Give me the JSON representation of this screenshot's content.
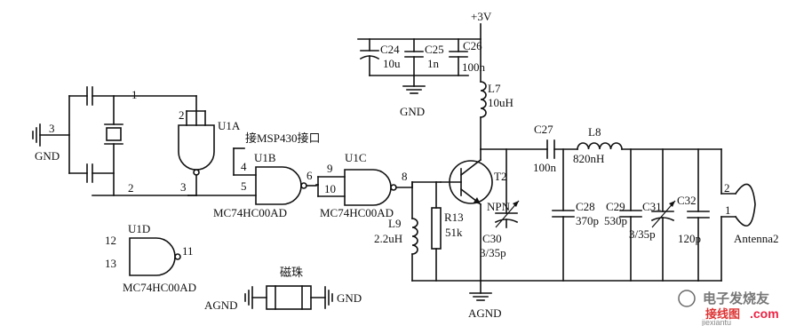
{
  "supply_label": "+3V",
  "capacitors_bank": {
    "c24": {
      "ref": "C24",
      "value": "10u"
    },
    "c25": {
      "ref": "C25",
      "value": "1n"
    },
    "c26": {
      "ref": "C26",
      "value": "100n"
    }
  },
  "inductors": {
    "l7": {
      "ref": "L7",
      "value": "10uH"
    },
    "l8": {
      "ref": "L8",
      "value": "820nH"
    },
    "l9": {
      "ref": "L9",
      "value": "2.2uH"
    }
  },
  "rf_caps": {
    "c27": {
      "ref": "C27",
      "value": "100n"
    },
    "c28": {
      "ref": "C28",
      "value": "370p"
    },
    "c29": {
      "ref": "C29",
      "value": "530p"
    },
    "c30": {
      "ref": "C30",
      "value": "3/35p"
    },
    "c31": {
      "ref": "C31",
      "value": "3/35p"
    },
    "c32": {
      "ref": "C32",
      "value": "120p"
    }
  },
  "resistor": {
    "ref": "R13",
    "value": "51k"
  },
  "transistor": {
    "ref": "T2",
    "type": "NPN"
  },
  "gates": {
    "u1a": {
      "ref": "U1A",
      "pin_in": "2",
      "pin_out": "3",
      "pin_top": "1"
    },
    "u1b": {
      "ref": "U1B",
      "part": "MC74HC00AD",
      "pin_a": "4",
      "pin_b": "5",
      "pin_out": "6"
    },
    "u1c": {
      "ref": "U1C",
      "part": "MC74HC00AD",
      "pin_a": "9",
      "pin_b": "10",
      "pin_out": "8"
    },
    "u1d": {
      "ref": "U1D",
      "part": "MC74HC00AD",
      "pin_a": "12",
      "pin_b": "13",
      "pin_out": "11"
    }
  },
  "crystal_pins": {
    "p1": "1",
    "p2": "2",
    "p3": "3"
  },
  "msp_label": "接MSP430接口",
  "ground_labels": {
    "gnd_left": "GND",
    "gnd_top": "GND",
    "agnd_main": "AGND",
    "agnd_bead": "AGND",
    "gnd_bead": "GND"
  },
  "bead_label": "磁珠",
  "antenna": {
    "label": "Antenna2",
    "pin_a": "2",
    "pin_b": "1"
  },
  "watermark": {
    "line1": "电子发烧友",
    "line2": "接线图",
    "line3": ".com",
    "line4": "jiexiantu"
  }
}
